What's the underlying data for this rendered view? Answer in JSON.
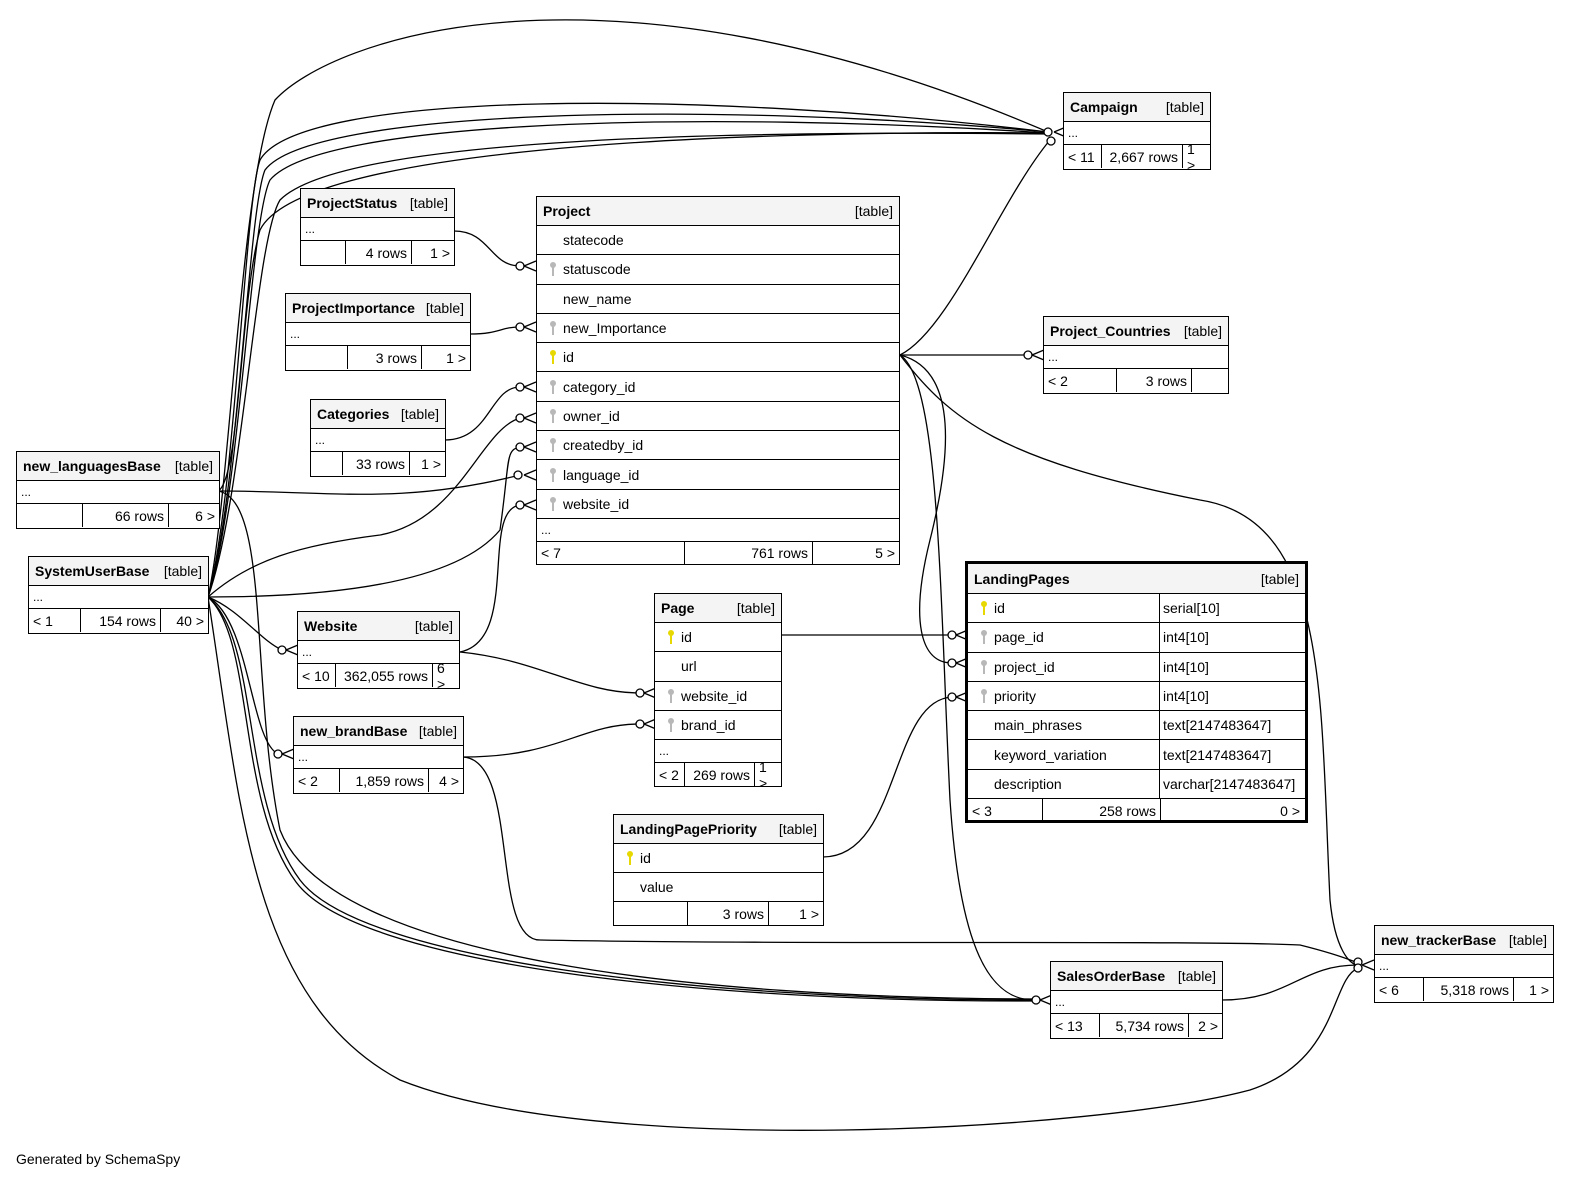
{
  "footer": "Generated by SchemaSpy",
  "kind_label": "[table]",
  "ellipsis": "...",
  "tables": {
    "campaign": {
      "name": "Campaign",
      "parents": "< 11",
      "rows": "2,667 rows",
      "children": "1 >"
    },
    "projectstatus": {
      "name": "ProjectStatus",
      "parents": "",
      "rows": "4 rows",
      "children": "1 >"
    },
    "projectimportance": {
      "name": "ProjectImportance",
      "parents": "",
      "rows": "3 rows",
      "children": "1 >"
    },
    "categories": {
      "name": "Categories",
      "parents": "",
      "rows": "33 rows",
      "children": "1 >"
    },
    "newlanguages": {
      "name": "new_languagesBase",
      "parents": "",
      "rows": "66 rows",
      "children": "6 >"
    },
    "systemuser": {
      "name": "SystemUserBase",
      "parents": "< 1",
      "rows": "154 rows",
      "children": "40 >"
    },
    "website": {
      "name": "Website",
      "parents": "< 10",
      "rows": "362,055 rows",
      "children": "6 >"
    },
    "newbrand": {
      "name": "new_brandBase",
      "parents": "< 2",
      "rows": "1,859 rows",
      "children": "4 >"
    },
    "project": {
      "name": "Project",
      "parents": "< 7",
      "rows": "761 rows",
      "children": "5 >",
      "columns": [
        {
          "name": "statecode",
          "key": "none"
        },
        {
          "name": "statuscode",
          "key": "foreign"
        },
        {
          "name": "new_name",
          "key": "none"
        },
        {
          "name": "new_Importance",
          "key": "foreign"
        },
        {
          "name": "id",
          "key": "primary"
        },
        {
          "name": "category_id",
          "key": "foreign"
        },
        {
          "name": "owner_id",
          "key": "foreign"
        },
        {
          "name": "createdby_id",
          "key": "foreign"
        },
        {
          "name": "language_id",
          "key": "foreign"
        },
        {
          "name": "website_id",
          "key": "foreign"
        }
      ]
    },
    "projectcountries": {
      "name": "Project_Countries",
      "parents": "< 2",
      "rows": "3 rows",
      "children": ""
    },
    "page": {
      "name": "Page",
      "parents": "< 2",
      "rows": "269 rows",
      "children": "1 >",
      "columns": [
        {
          "name": "id",
          "key": "primary"
        },
        {
          "name": "url",
          "key": "none"
        },
        {
          "name": "website_id",
          "key": "foreign"
        },
        {
          "name": "brand_id",
          "key": "foreign"
        }
      ]
    },
    "landingpages": {
      "name": "LandingPages",
      "parents": "< 3",
      "rows": "258 rows",
      "children": "0 >",
      "columns": [
        {
          "name": "id",
          "type": "serial[10]",
          "key": "primary"
        },
        {
          "name": "page_id",
          "type": "int4[10]",
          "key": "foreign"
        },
        {
          "name": "project_id",
          "type": "int4[10]",
          "key": "foreign"
        },
        {
          "name": "priority",
          "type": "int4[10]",
          "key": "foreign"
        },
        {
          "name": "main_phrases",
          "type": "text[2147483647]",
          "key": "none"
        },
        {
          "name": "keyword_variation",
          "type": "text[2147483647]",
          "key": "none"
        },
        {
          "name": "description",
          "type": "varchar[2147483647]",
          "key": "none"
        }
      ]
    },
    "landingpagepriority": {
      "name": "LandingPagePriority",
      "parents": "",
      "rows": "3 rows",
      "children": "1 >",
      "columns": [
        {
          "name": "id",
          "key": "primary"
        },
        {
          "name": "value",
          "key": "none"
        }
      ]
    },
    "salesorder": {
      "name": "SalesOrderBase",
      "parents": "< 13",
      "rows": "5,734 rows",
      "children": "2 >"
    },
    "newtracker": {
      "name": "new_trackerBase",
      "parents": "< 6",
      "rows": "5,318 rows",
      "children": "1 >"
    }
  },
  "relationships": [
    {
      "from": "ProjectStatus",
      "to": "Project.statuscode"
    },
    {
      "from": "ProjectImportance",
      "to": "Project.new_Importance"
    },
    {
      "from": "Categories",
      "to": "Project.category_id"
    },
    {
      "from": "SystemUserBase",
      "to": "Project.owner_id"
    },
    {
      "from": "SystemUserBase",
      "to": "Project.createdby_id"
    },
    {
      "from": "new_languagesBase",
      "to": "Project.language_id"
    },
    {
      "from": "Website",
      "to": "Project.website_id"
    },
    {
      "from": "Website",
      "to": "Page.website_id"
    },
    {
      "from": "new_brandBase",
      "to": "Page.brand_id"
    },
    {
      "from": "Page.id",
      "to": "LandingPages.page_id"
    },
    {
      "from": "Project.id",
      "to": "LandingPages.project_id"
    },
    {
      "from": "LandingPagePriority.id",
      "to": "LandingPages.priority"
    },
    {
      "from": "Project.id",
      "to": "Project_Countries"
    },
    {
      "from": "Project.id",
      "to": "Campaign"
    },
    {
      "from": "Project.id",
      "to": "SalesOrderBase"
    },
    {
      "from": "Project.id",
      "to": "new_trackerBase"
    },
    {
      "from": "SystemUserBase",
      "to": "Campaign"
    },
    {
      "from": "new_languagesBase",
      "to": "Campaign"
    },
    {
      "from": "SystemUserBase",
      "to": "Website"
    },
    {
      "from": "SystemUserBase",
      "to": "new_brandBase"
    },
    {
      "from": "SystemUserBase",
      "to": "SalesOrderBase"
    },
    {
      "from": "SystemUserBase",
      "to": "new_trackerBase"
    },
    {
      "from": "new_brandBase",
      "to": "new_trackerBase"
    },
    {
      "from": "SalesOrderBase",
      "to": "new_trackerBase"
    }
  ],
  "colors": {
    "primary_key": "#e6d800",
    "foreign_key": "#b8b8b8",
    "header_bg": "#f4f4f4"
  }
}
